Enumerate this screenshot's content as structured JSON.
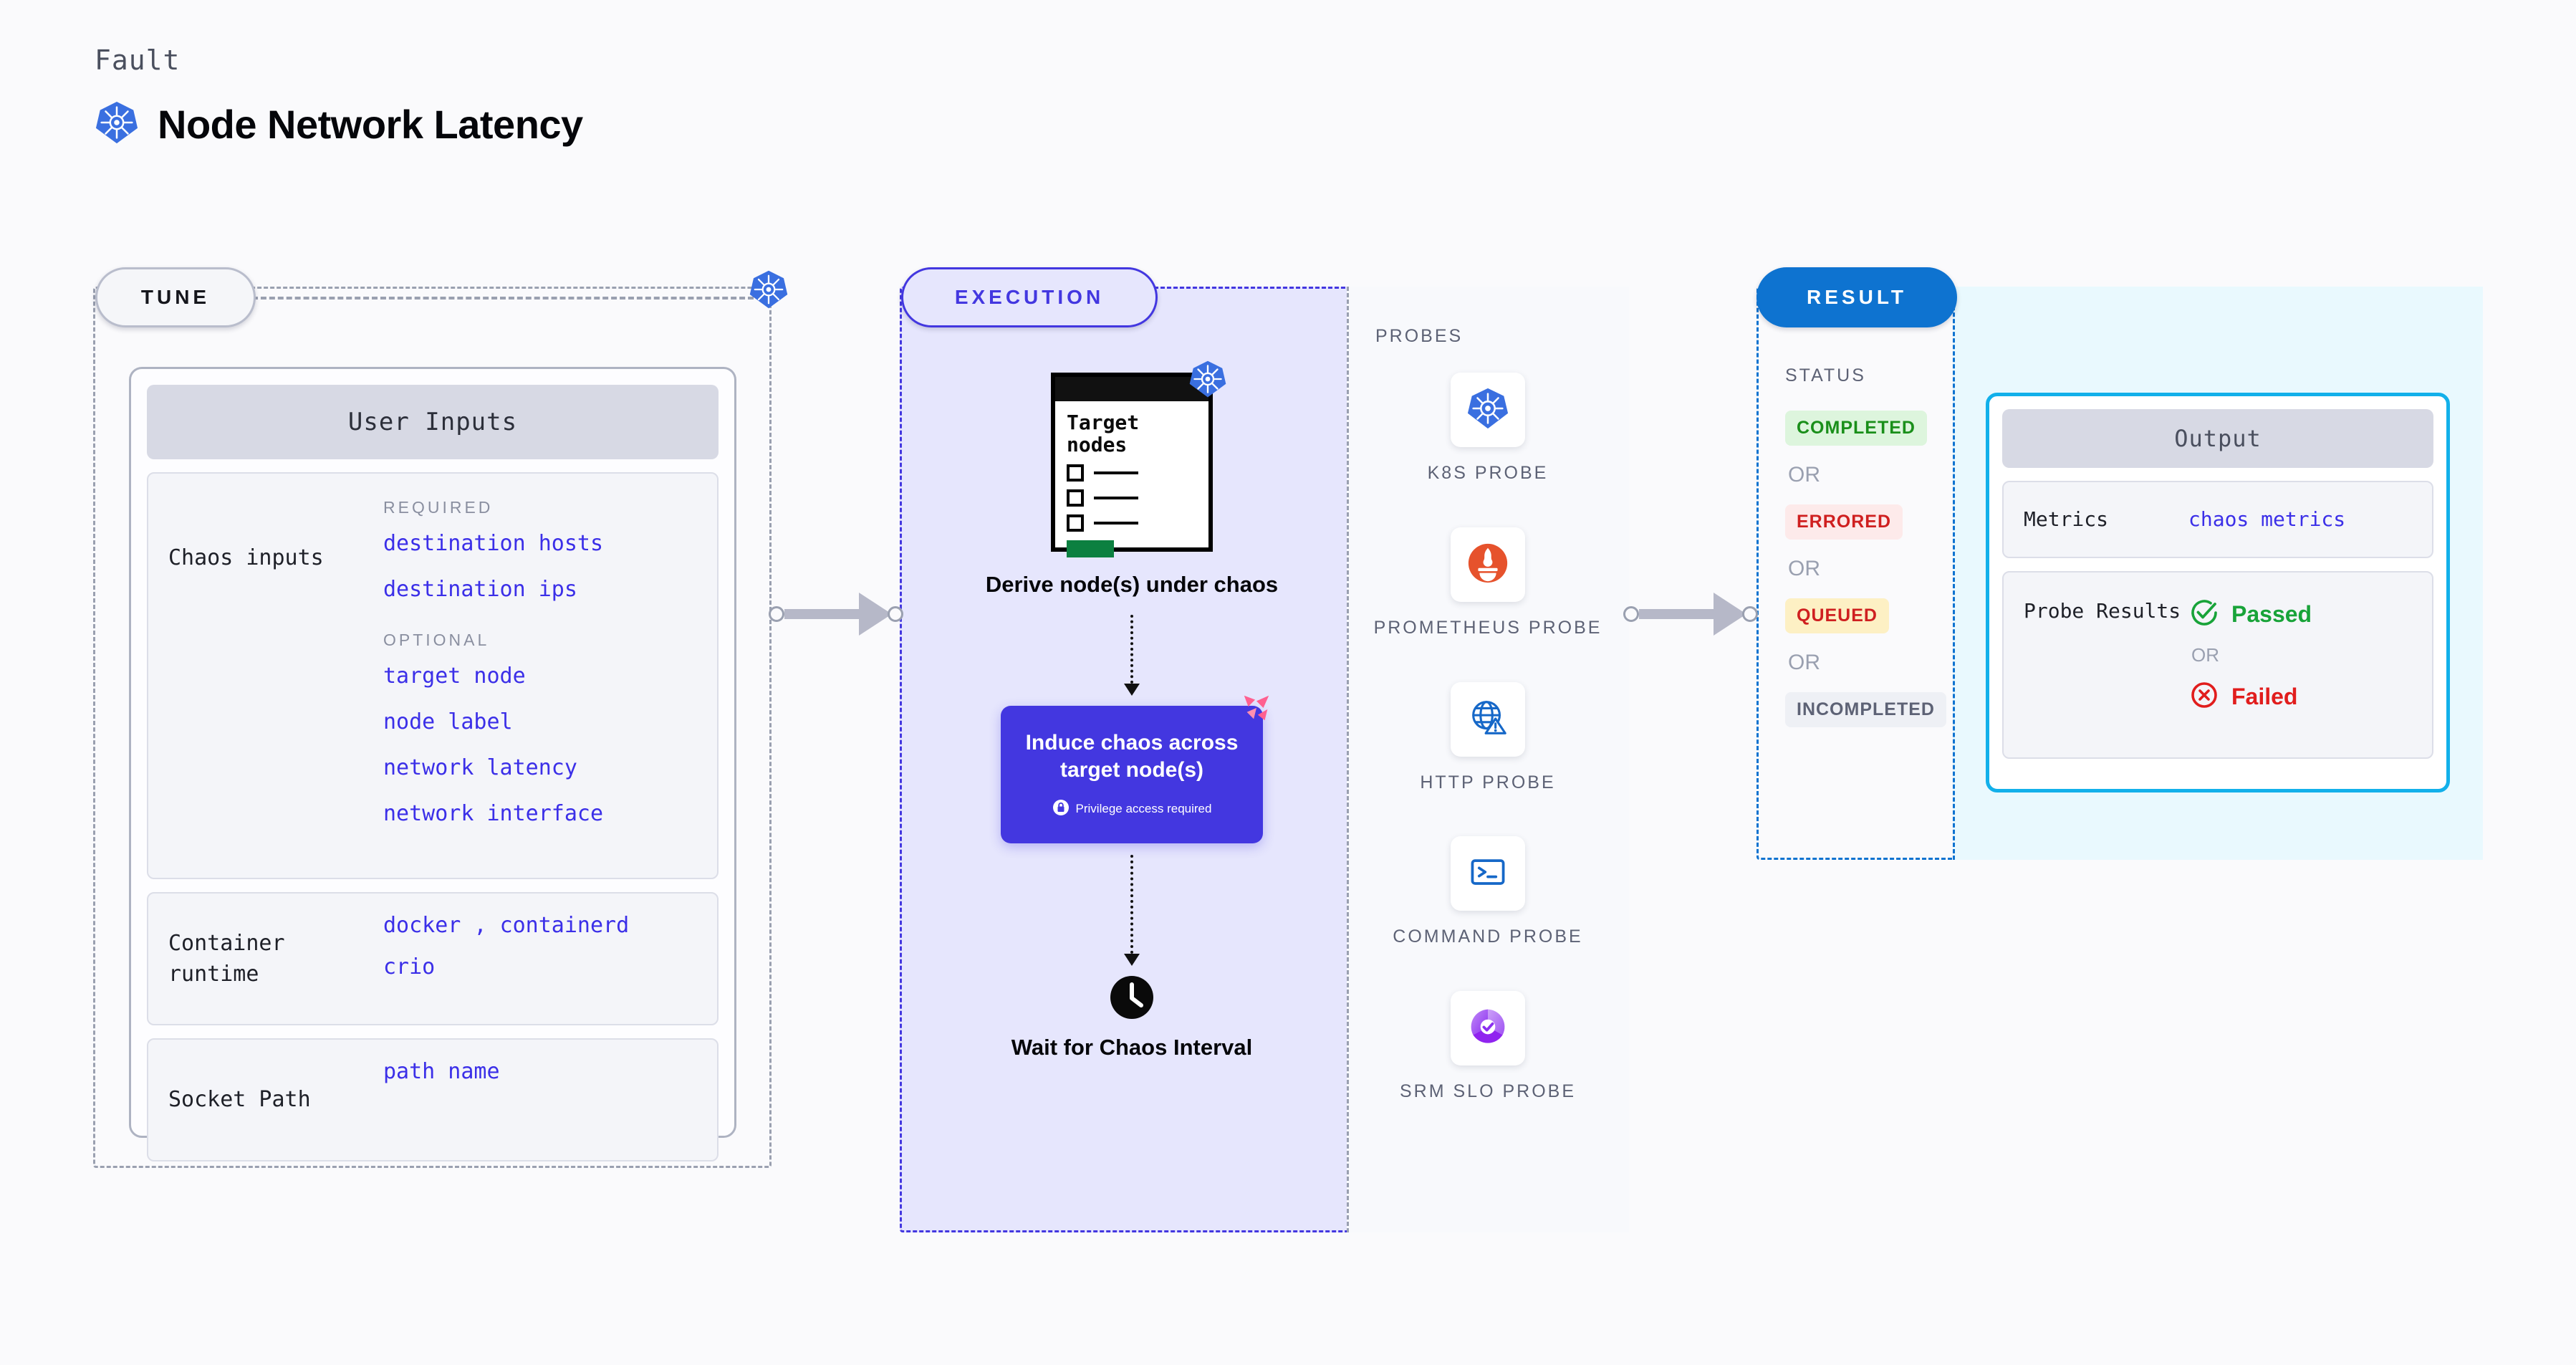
{
  "header": {
    "eyebrow": "Fault",
    "title": "Node Network Latency",
    "logo_icon": "kubernetes-icon"
  },
  "colors": {
    "accent_purple": "#4337e0",
    "accent_blue": "#0e73d0",
    "accent_cyan": "#12b0ea",
    "value_blue": "#3b2fe8",
    "passed_green": "#18a339",
    "failed_red": "#e11d1d",
    "panel_lavender": "#e6e6fd",
    "panel_cyan": "#e9f9fe"
  },
  "tune": {
    "badge": "TUNE",
    "k8s_icon": "kubernetes-icon",
    "section_title": "User Inputs",
    "rows": [
      {
        "label": "Chaos inputs",
        "groups": [
          {
            "title": "REQUIRED",
            "values": [
              "destination hosts",
              "destination ips"
            ]
          },
          {
            "title": "OPTIONAL",
            "values": [
              "target node",
              "node label",
              "network latency",
              "network interface"
            ]
          }
        ]
      },
      {
        "label": "Container runtime",
        "values": [
          "docker",
          "containerd",
          "crio"
        ],
        "separator": ","
      },
      {
        "label": "Socket Path",
        "values": [
          "path name"
        ]
      }
    ]
  },
  "execution": {
    "badge": "EXECUTION",
    "steps": [
      {
        "caption": "Derive node(s) under chaos",
        "icon": "target-nodes-list-icon",
        "icon_title": "Target nodes",
        "badge_icon": "kubernetes-icon"
      },
      {
        "caption": "Induce chaos across target node(s)",
        "note": "Privilege access required",
        "note_icon": "lock-icon",
        "badge_icon": "litmus-icon"
      },
      {
        "caption": "Wait for Chaos Interval",
        "icon": "clock-icon"
      }
    ]
  },
  "probes": {
    "title": "PROBES",
    "items": [
      {
        "label": "K8S PROBE",
        "icon": "kubernetes-icon"
      },
      {
        "label": "PROMETHEUS PROBE",
        "icon": "prometheus-icon"
      },
      {
        "label": "HTTP PROBE",
        "icon": "http-globe-alert-icon"
      },
      {
        "label": "COMMAND PROBE",
        "icon": "terminal-icon"
      },
      {
        "label": "SRM SLO PROBE",
        "icon": "srm-slo-icon"
      }
    ]
  },
  "result": {
    "badge": "RESULT",
    "status_title": "STATUS",
    "or_label": "OR",
    "statuses": [
      {
        "label": "COMPLETED",
        "bg": "#ddf5dd",
        "fg": "#1a8f1a"
      },
      {
        "label": "ERRORED",
        "bg": "#fdeaea",
        "fg": "#cf2020"
      },
      {
        "label": "QUEUED",
        "bg": "#fdf0c4",
        "fg": "#cf2020"
      },
      {
        "label": "INCOMPLETED",
        "bg": "#eef0f5",
        "fg": "#5d6275"
      }
    ]
  },
  "output": {
    "section_title": "Output",
    "metrics_label": "Metrics",
    "metrics_value": "chaos metrics",
    "probe_results_label": "Probe Results",
    "passed_label": "Passed",
    "failed_label": "Failed",
    "or_label": "OR",
    "passed_icon": "check-circle-icon",
    "failed_icon": "x-circle-icon"
  }
}
